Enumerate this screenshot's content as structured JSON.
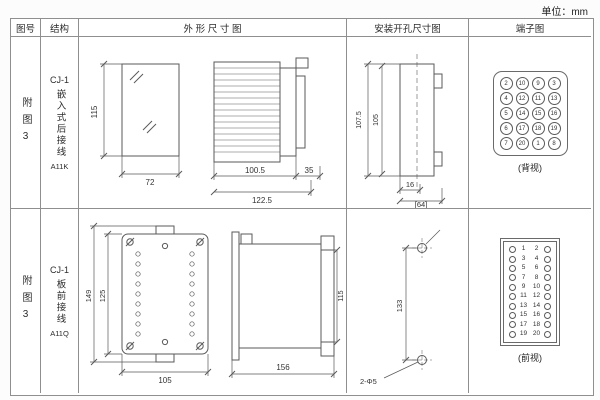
{
  "unit_label": "单位：mm",
  "table": {
    "headers": [
      "图号",
      "结构",
      "外 形 尺 寸 图",
      "安装开孔尺寸图",
      "端子图"
    ],
    "rows": [
      {
        "figure_no": "附图3",
        "structure": {
          "model": "CJ-1",
          "mounting": "嵌入式后接线",
          "code": "A11K"
        },
        "outline": {
          "front_h": "115",
          "front_w": "72",
          "side_w1": "100.5",
          "side_w2": "122.5",
          "side_d": "35"
        },
        "install": {
          "h_outer": "107.5",
          "h_inner": "105",
          "w_small": "16",
          "w_bracket": "[64]"
        },
        "terminal": {
          "view_label": "(背视)",
          "grid": [
            [
              "2",
              "10",
              "9",
              "3"
            ],
            [
              "4",
              "12",
              "11",
              "13"
            ],
            [
              "5",
              "14",
              "15",
              "16"
            ],
            [
              "6",
              "17",
              "18",
              "19"
            ],
            [
              "7",
              "20",
              "1",
              "8"
            ]
          ]
        }
      },
      {
        "figure_no": "附图3",
        "structure": {
          "model": "CJ-1",
          "mounting": "板前接线",
          "code": "A11Q"
        },
        "outline": {
          "front_h1": "149",
          "front_h2": "125",
          "front_w": "105",
          "side_w": "156",
          "side_h": "115"
        },
        "install": {
          "h": "133",
          "holes": "2-Φ5"
        },
        "terminal": {
          "view_label": "(前视)",
          "pairs": [
            [
              "1",
              "2"
            ],
            [
              "3",
              "4"
            ],
            [
              "5",
              "6"
            ],
            [
              "7",
              "8"
            ],
            [
              "9",
              "10"
            ],
            [
              "11",
              "12"
            ],
            [
              "13",
              "14"
            ],
            [
              "15",
              "16"
            ],
            [
              "17",
              "18"
            ],
            [
              "19",
              "20"
            ]
          ]
        }
      }
    ]
  }
}
